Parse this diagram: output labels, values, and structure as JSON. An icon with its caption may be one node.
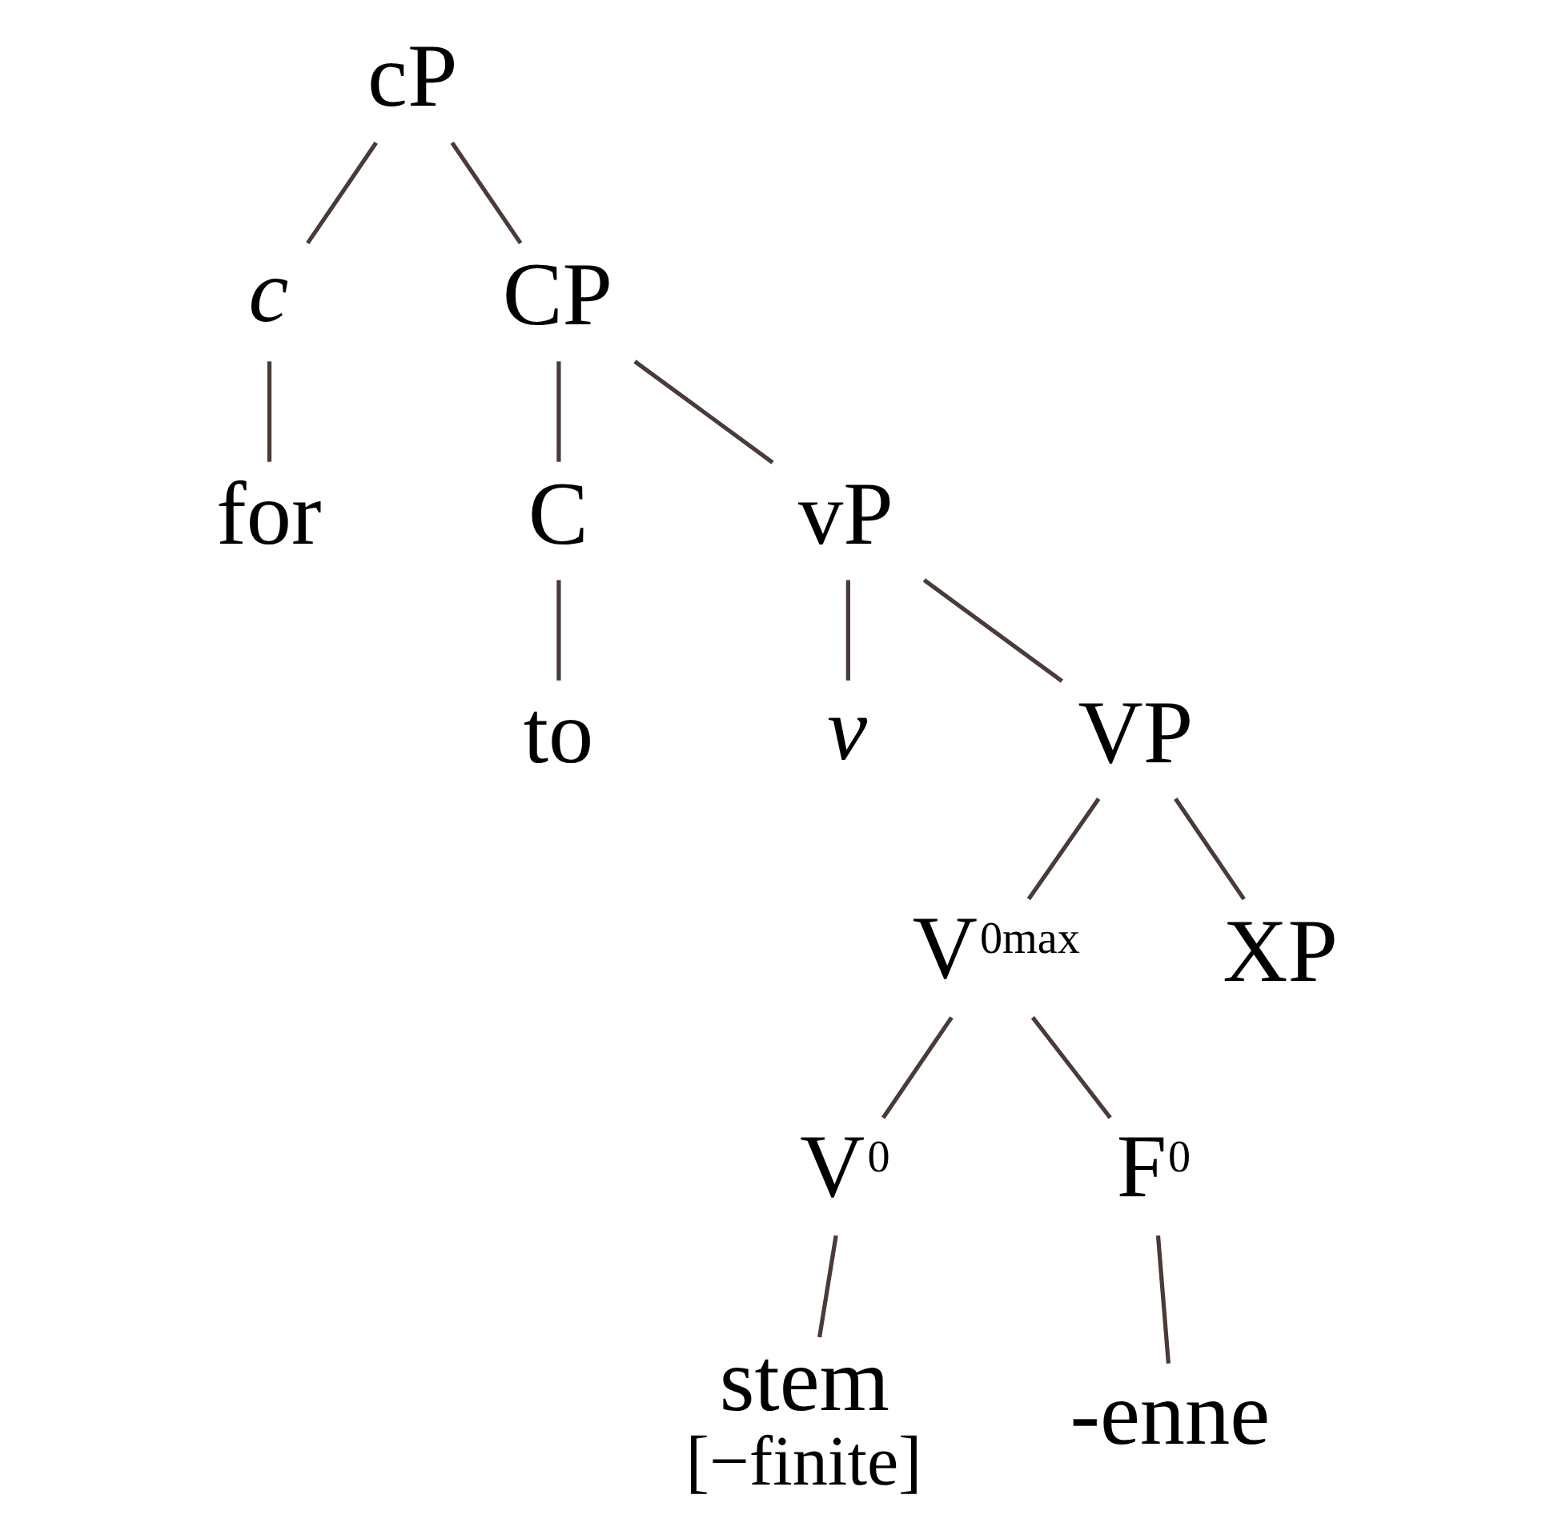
{
  "diagram": {
    "nodes": [
      {
        "text": [
          "cP"
        ]
      },
      {
        "text": [
          "c"
        ]
      },
      {
        "text": [
          "CP"
        ]
      },
      {
        "text": [
          "for"
        ]
      },
      {
        "text": [
          "C"
        ]
      },
      {
        "text": [
          "vP"
        ]
      },
      {
        "text": [
          "to"
        ]
      },
      {
        "text": [
          "v"
        ]
      },
      {
        "text": [
          "VP"
        ]
      },
      {
        "text": [
          "V$^{0max}$"
        ]
      },
      {
        "text": [
          "XP"
        ]
      },
      {
        "text": [
          "V$^{0}$"
        ]
      },
      {
        "text": [
          "F$^{0}$"
        ]
      },
      {
        "text": [
          "stem"
        ],
        "beside": [
          "[−finite]"
        ]
      },
      {
        "text": [
          "-enne"
        ]
      }
    ],
    "edges": [
      {
        "from": 0,
        "to": 1,
        "arrow": "none"
      },
      {
        "from": 0,
        "to": 2,
        "arrow": "none"
      },
      {
        "from": 1,
        "to": 3,
        "arrow": "none"
      },
      {
        "from": 2,
        "to": 4,
        "arrow": "none"
      },
      {
        "from": 2,
        "to": 5,
        "arrow": "none"
      },
      {
        "from": 4,
        "to": 6,
        "arrow": "none"
      },
      {
        "from": 5,
        "to": 7,
        "arrow": "none"
      },
      {
        "from": 5,
        "to": 8,
        "arrow": "none"
      },
      {
        "from": 8,
        "to": 9,
        "arrow": "none"
      },
      {
        "from": 8,
        "to": 10,
        "arrow": "none"
      },
      {
        "from": 9,
        "to": 11,
        "arrow": "none"
      },
      {
        "from": 9,
        "to": 12,
        "arrow": "none"
      },
      {
        "from": 11,
        "to": 13,
        "arrow": "none"
      },
      {
        "from": 12,
        "to": 14,
        "arrow": "none"
      }
    ]
  }
}
